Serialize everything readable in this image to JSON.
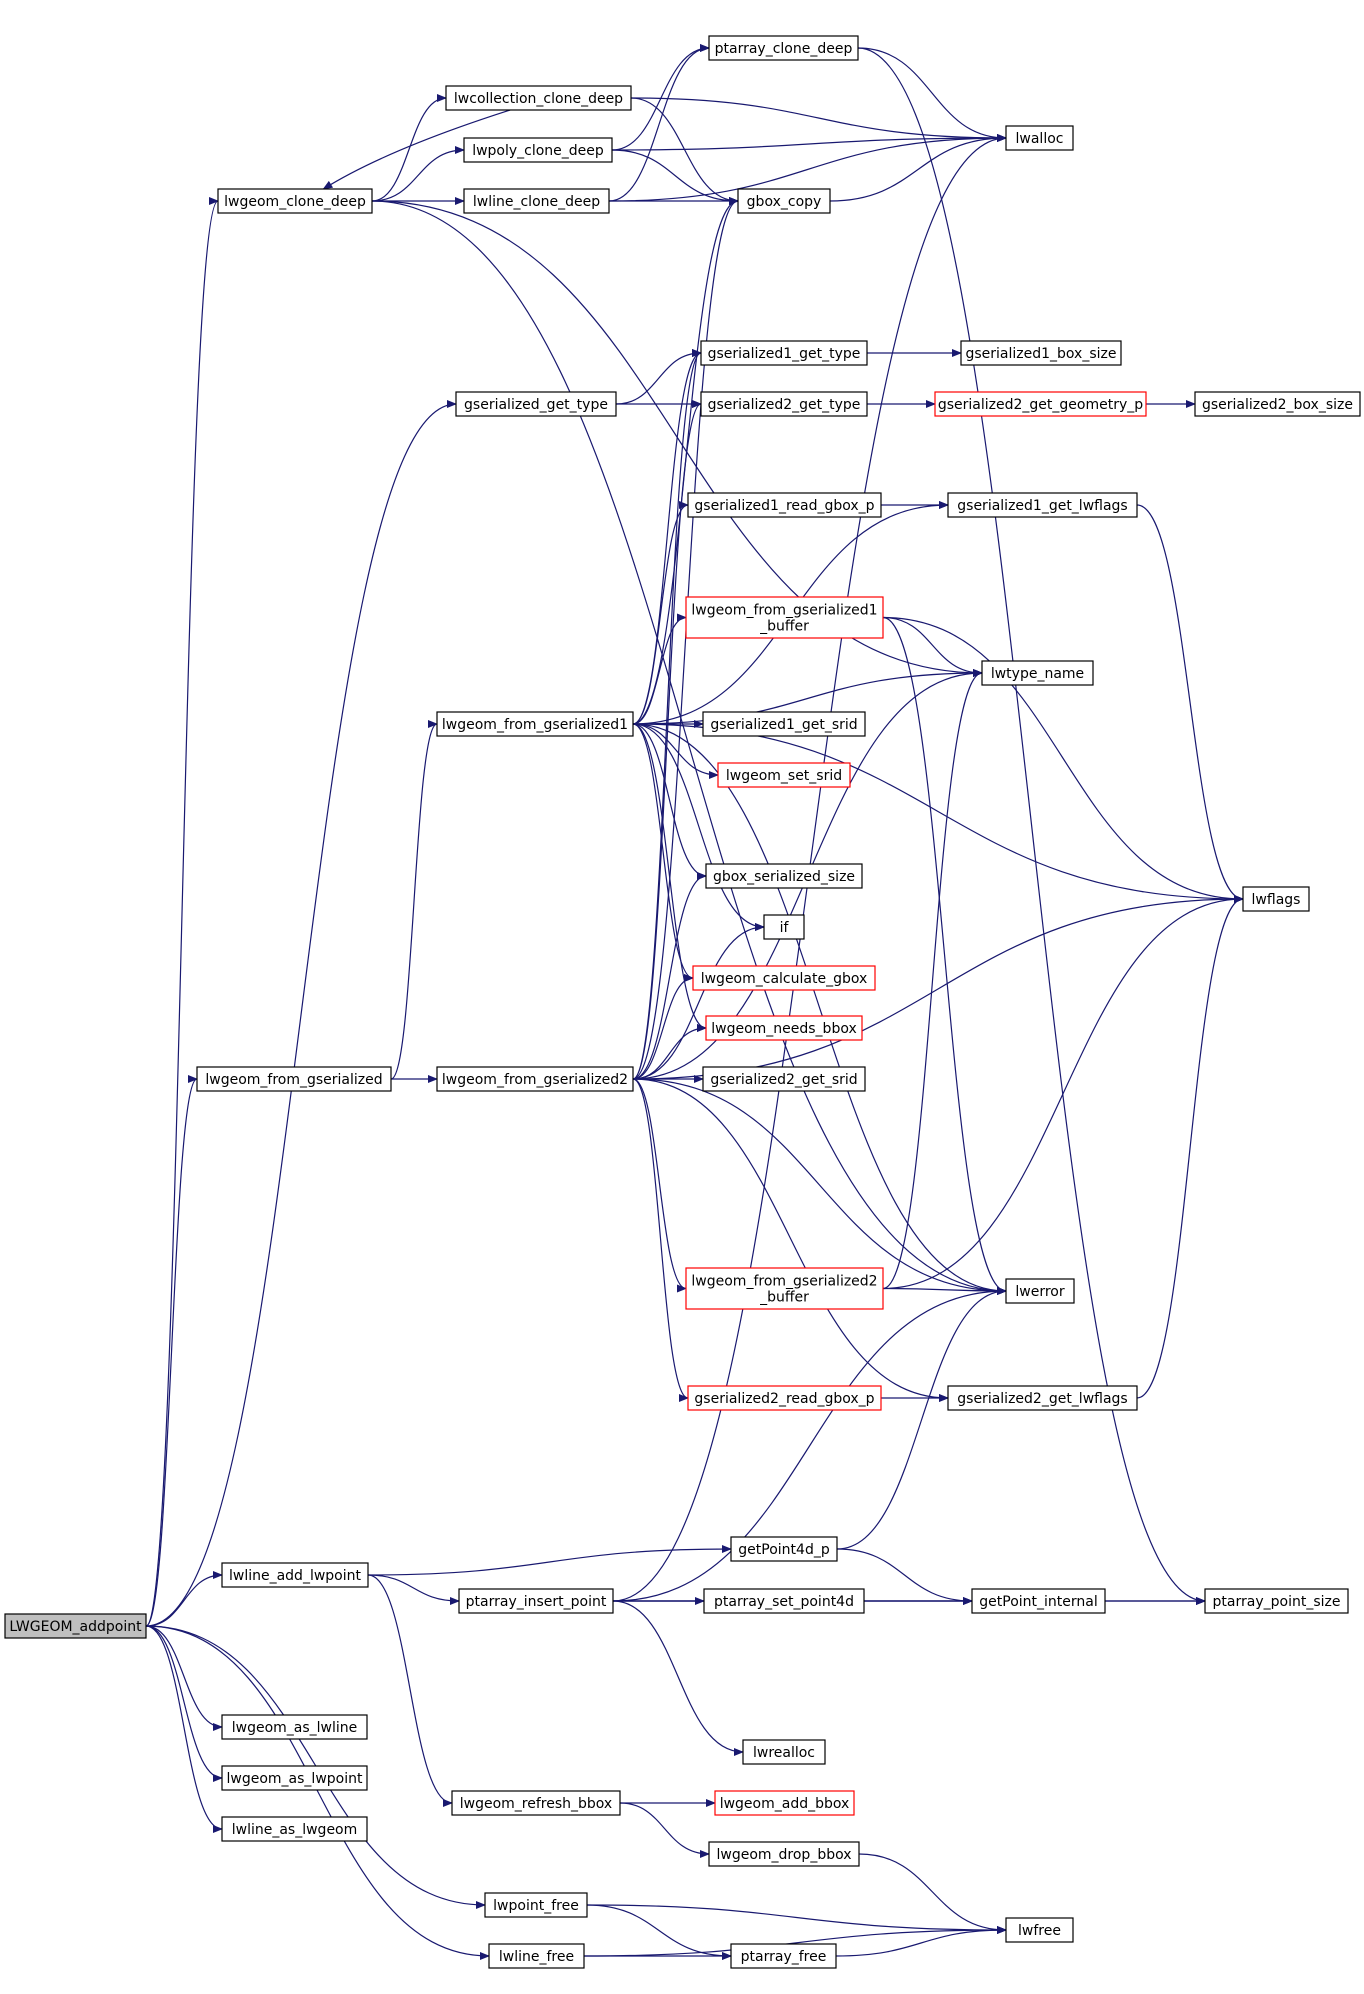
{
  "colors": {
    "edge": "#191970",
    "node_border": "#000000",
    "node_border_truncated": "#ff0000",
    "root_fill": "#bfbfbf",
    "node_fill": "#ffffff",
    "text": "#000000"
  },
  "nodes": [
    {
      "id": "LWGEOM_addpoint",
      "lines": [
        "LWGEOM_addpoint"
      ],
      "root": true
    },
    {
      "id": "lwgeom_clone_deep",
      "lines": [
        "lwgeom_clone_deep"
      ]
    },
    {
      "id": "lwcollection_clone_deep",
      "lines": [
        "lwcollection_clone_deep"
      ]
    },
    {
      "id": "lwpoly_clone_deep",
      "lines": [
        "lwpoly_clone_deep"
      ]
    },
    {
      "id": "lwline_clone_deep",
      "lines": [
        "lwline_clone_deep"
      ]
    },
    {
      "id": "ptarray_clone_deep",
      "lines": [
        "ptarray_clone_deep"
      ]
    },
    {
      "id": "lwalloc",
      "lines": [
        "lwalloc"
      ]
    },
    {
      "id": "gbox_copy",
      "lines": [
        "gbox_copy"
      ]
    },
    {
      "id": "gserialized_get_type",
      "lines": [
        "gserialized_get_type"
      ]
    },
    {
      "id": "gserialized1_get_type",
      "lines": [
        "gserialized1_get_type"
      ]
    },
    {
      "id": "gserialized2_get_type",
      "lines": [
        "gserialized2_get_type"
      ]
    },
    {
      "id": "gserialized1_box_size",
      "lines": [
        "gserialized1_box_size"
      ]
    },
    {
      "id": "gserialized2_get_geometry_p",
      "lines": [
        "gserialized2_get_geometry_p"
      ],
      "truncated": true
    },
    {
      "id": "gserialized2_box_size",
      "lines": [
        "gserialized2_box_size"
      ]
    },
    {
      "id": "gserialized1_read_gbox_p",
      "lines": [
        "gserialized1_read_gbox_p"
      ]
    },
    {
      "id": "gserialized1_get_lwflags",
      "lines": [
        "gserialized1_get_lwflags"
      ]
    },
    {
      "id": "lwgeom_from_gserialized1_buffer",
      "lines": [
        "lwgeom_from_gserialized1",
        "_buffer"
      ],
      "truncated": true
    },
    {
      "id": "lwtype_name",
      "lines": [
        "lwtype_name"
      ]
    },
    {
      "id": "lwgeom_from_gserialized1",
      "lines": [
        "lwgeom_from_gserialized1"
      ]
    },
    {
      "id": "gserialized1_get_srid",
      "lines": [
        "gserialized1_get_srid"
      ]
    },
    {
      "id": "lwgeom_set_srid",
      "lines": [
        "lwgeom_set_srid"
      ],
      "truncated": true
    },
    {
      "id": "gbox_serialized_size",
      "lines": [
        "gbox_serialized_size"
      ]
    },
    {
      "id": "if",
      "lines": [
        "if"
      ]
    },
    {
      "id": "lwflags",
      "lines": [
        "lwflags"
      ]
    },
    {
      "id": "lwgeom_calculate_gbox",
      "lines": [
        "lwgeom_calculate_gbox"
      ],
      "truncated": true
    },
    {
      "id": "lwgeom_needs_bbox",
      "lines": [
        "lwgeom_needs_bbox"
      ],
      "truncated": true
    },
    {
      "id": "lwgeom_from_gserialized",
      "lines": [
        "lwgeom_from_gserialized"
      ]
    },
    {
      "id": "lwgeom_from_gserialized2",
      "lines": [
        "lwgeom_from_gserialized2"
      ]
    },
    {
      "id": "gserialized2_get_srid",
      "lines": [
        "gserialized2_get_srid"
      ]
    },
    {
      "id": "lwgeom_from_gserialized2_buffer",
      "lines": [
        "lwgeom_from_gserialized2",
        "_buffer"
      ],
      "truncated": true
    },
    {
      "id": "lwerror",
      "lines": [
        "lwerror"
      ]
    },
    {
      "id": "gserialized2_read_gbox_p",
      "lines": [
        "gserialized2_read_gbox_p"
      ],
      "truncated": true
    },
    {
      "id": "gserialized2_get_lwflags",
      "lines": [
        "gserialized2_get_lwflags"
      ]
    },
    {
      "id": "lwline_add_lwpoint",
      "lines": [
        "lwline_add_lwpoint"
      ]
    },
    {
      "id": "getPoint4d_p",
      "lines": [
        "getPoint4d_p"
      ]
    },
    {
      "id": "ptarray_insert_point",
      "lines": [
        "ptarray_insert_point"
      ]
    },
    {
      "id": "ptarray_set_point4d",
      "lines": [
        "ptarray_set_point4d"
      ]
    },
    {
      "id": "getPoint_internal",
      "lines": [
        "getPoint_internal"
      ]
    },
    {
      "id": "ptarray_point_size",
      "lines": [
        "ptarray_point_size"
      ]
    },
    {
      "id": "lwrealloc",
      "lines": [
        "lwrealloc"
      ]
    },
    {
      "id": "lwgeom_as_lwline",
      "lines": [
        "lwgeom_as_lwline"
      ]
    },
    {
      "id": "lwgeom_as_lwpoint",
      "lines": [
        "lwgeom_as_lwpoint"
      ]
    },
    {
      "id": "lwline_as_lwgeom",
      "lines": [
        "lwline_as_lwgeom"
      ]
    },
    {
      "id": "lwgeom_refresh_bbox",
      "lines": [
        "lwgeom_refresh_bbox"
      ]
    },
    {
      "id": "lwgeom_add_bbox",
      "lines": [
        "lwgeom_add_bbox"
      ],
      "truncated": true
    },
    {
      "id": "lwgeom_drop_bbox",
      "lines": [
        "lwgeom_drop_bbox"
      ]
    },
    {
      "id": "lwpoint_free",
      "lines": [
        "lwpoint_free"
      ]
    },
    {
      "id": "ptarray_free",
      "lines": [
        "ptarray_free"
      ]
    },
    {
      "id": "lwfree",
      "lines": [
        "lwfree"
      ]
    },
    {
      "id": "lwline_free",
      "lines": [
        "lwline_free"
      ]
    }
  ],
  "edges": [
    [
      "LWGEOM_addpoint",
      "lwgeom_clone_deep"
    ],
    [
      "LWGEOM_addpoint",
      "gserialized_get_type"
    ],
    [
      "LWGEOM_addpoint",
      "lwgeom_from_gserialized"
    ],
    [
      "LWGEOM_addpoint",
      "lwline_add_lwpoint"
    ],
    [
      "LWGEOM_addpoint",
      "lwgeom_as_lwline"
    ],
    [
      "LWGEOM_addpoint",
      "lwgeom_as_lwpoint"
    ],
    [
      "LWGEOM_addpoint",
      "lwline_as_lwgeom"
    ],
    [
      "LWGEOM_addpoint",
      "lwpoint_free"
    ],
    [
      "LWGEOM_addpoint",
      "lwline_free"
    ],
    [
      "lwgeom_clone_deep",
      "lwcollection_clone_deep"
    ],
    [
      "lwgeom_clone_deep",
      "lwpoly_clone_deep"
    ],
    [
      "lwgeom_clone_deep",
      "lwline_clone_deep"
    ],
    [
      "lwgeom_clone_deep",
      "lwtype_name"
    ],
    [
      "lwgeom_clone_deep",
      "lwerror"
    ],
    [
      "lwcollection_clone_deep",
      "lwgeom_clone_deep"
    ],
    [
      "lwcollection_clone_deep",
      "lwalloc"
    ],
    [
      "lwcollection_clone_deep",
      "gbox_copy"
    ],
    [
      "lwpoly_clone_deep",
      "ptarray_clone_deep"
    ],
    [
      "lwpoly_clone_deep",
      "lwalloc"
    ],
    [
      "lwpoly_clone_deep",
      "gbox_copy"
    ],
    [
      "lwline_clone_deep",
      "ptarray_clone_deep"
    ],
    [
      "lwline_clone_deep",
      "lwalloc"
    ],
    [
      "lwline_clone_deep",
      "gbox_copy"
    ],
    [
      "ptarray_clone_deep",
      "lwalloc"
    ],
    [
      "ptarray_clone_deep",
      "ptarray_point_size"
    ],
    [
      "gbox_copy",
      "lwalloc"
    ],
    [
      "gserialized_get_type",
      "gserialized1_get_type"
    ],
    [
      "gserialized_get_type",
      "gserialized2_get_type"
    ],
    [
      "gserialized1_get_type",
      "gserialized1_box_size"
    ],
    [
      "gserialized2_get_type",
      "gserialized2_get_geometry_p"
    ],
    [
      "gserialized2_get_geometry_p",
      "gserialized2_box_size"
    ],
    [
      "gserialized1_read_gbox_p",
      "gserialized1_get_lwflags"
    ],
    [
      "gserialized1_get_lwflags",
      "lwflags"
    ],
    [
      "lwgeom_from_gserialized1_buffer",
      "lwtype_name"
    ],
    [
      "lwgeom_from_gserialized1_buffer",
      "lwflags"
    ],
    [
      "lwgeom_from_gserialized1_buffer",
      "lwerror"
    ],
    [
      "lwgeom_from_gserialized",
      "lwgeom_from_gserialized1"
    ],
    [
      "lwgeom_from_gserialized",
      "lwgeom_from_gserialized2"
    ],
    [
      "lwgeom_from_gserialized1",
      "gbox_copy"
    ],
    [
      "lwgeom_from_gserialized1",
      "gserialized1_get_type"
    ],
    [
      "lwgeom_from_gserialized1",
      "gserialized1_get_lwflags"
    ],
    [
      "lwgeom_from_gserialized1",
      "gserialized1_read_gbox_p"
    ],
    [
      "lwgeom_from_gserialized1",
      "lwflags"
    ],
    [
      "lwgeom_from_gserialized1",
      "lwgeom_from_gserialized1_buffer"
    ],
    [
      "lwgeom_from_gserialized1",
      "lwtype_name"
    ],
    [
      "lwgeom_from_gserialized1",
      "gserialized1_get_srid"
    ],
    [
      "lwgeom_from_gserialized1",
      "lwgeom_set_srid"
    ],
    [
      "lwgeom_from_gserialized1",
      "lwerror"
    ],
    [
      "lwgeom_from_gserialized1",
      "gbox_serialized_size"
    ],
    [
      "lwgeom_from_gserialized1",
      "if"
    ],
    [
      "lwgeom_from_gserialized1",
      "lwgeom_calculate_gbox"
    ],
    [
      "lwgeom_from_gserialized1",
      "lwgeom_needs_bbox"
    ],
    [
      "lwgeom_from_gserialized2",
      "gbox_copy"
    ],
    [
      "lwgeom_from_gserialized2",
      "gserialized1_get_type"
    ],
    [
      "lwgeom_from_gserialized2",
      "gserialized2_get_type"
    ],
    [
      "lwgeom_from_gserialized2",
      "gbox_serialized_size"
    ],
    [
      "lwgeom_from_gserialized2",
      "if"
    ],
    [
      "lwgeom_from_gserialized2",
      "lwgeom_calculate_gbox"
    ],
    [
      "lwgeom_from_gserialized2",
      "lwgeom_needs_bbox"
    ],
    [
      "lwgeom_from_gserialized2",
      "gserialized2_get_srid"
    ],
    [
      "lwgeom_from_gserialized2",
      "lwtype_name"
    ],
    [
      "lwgeom_from_gserialized2",
      "lwflags"
    ],
    [
      "lwgeom_from_gserialized2",
      "lwgeom_from_gserialized2_buffer"
    ],
    [
      "lwgeom_from_gserialized2",
      "lwerror"
    ],
    [
      "lwgeom_from_gserialized2",
      "gserialized2_read_gbox_p"
    ],
    [
      "lwgeom_from_gserialized2",
      "gserialized2_get_lwflags"
    ],
    [
      "lwgeom_from_gserialized2_buffer",
      "lwtype_name"
    ],
    [
      "lwgeom_from_gserialized2_buffer",
      "lwerror"
    ],
    [
      "lwgeom_from_gserialized2_buffer",
      "lwflags"
    ],
    [
      "gserialized2_read_gbox_p",
      "gserialized2_get_lwflags"
    ],
    [
      "gserialized2_get_lwflags",
      "lwflags"
    ],
    [
      "lwline_add_lwpoint",
      "getPoint4d_p"
    ],
    [
      "lwline_add_lwpoint",
      "ptarray_insert_point"
    ],
    [
      "lwline_add_lwpoint",
      "lwgeom_refresh_bbox"
    ],
    [
      "getPoint4d_p",
      "lwerror"
    ],
    [
      "getPoint4d_p",
      "getPoint_internal"
    ],
    [
      "ptarray_insert_point",
      "lwalloc"
    ],
    [
      "ptarray_insert_point",
      "lwerror"
    ],
    [
      "ptarray_insert_point",
      "ptarray_set_point4d"
    ],
    [
      "ptarray_insert_point",
      "getPoint_internal"
    ],
    [
      "ptarray_insert_point",
      "ptarray_point_size"
    ],
    [
      "ptarray_insert_point",
      "lwrealloc"
    ],
    [
      "ptarray_set_point4d",
      "getPoint_internal"
    ],
    [
      "getPoint_internal",
      "ptarray_point_size"
    ],
    [
      "lwgeom_refresh_bbox",
      "lwgeom_add_bbox"
    ],
    [
      "lwgeom_refresh_bbox",
      "lwgeom_drop_bbox"
    ],
    [
      "lwgeom_drop_bbox",
      "lwfree"
    ],
    [
      "lwpoint_free",
      "ptarray_free"
    ],
    [
      "lwpoint_free",
      "lwfree"
    ],
    [
      "lwline_free",
      "ptarray_free"
    ],
    [
      "lwline_free",
      "lwfree"
    ],
    [
      "ptarray_free",
      "lwfree"
    ]
  ]
}
